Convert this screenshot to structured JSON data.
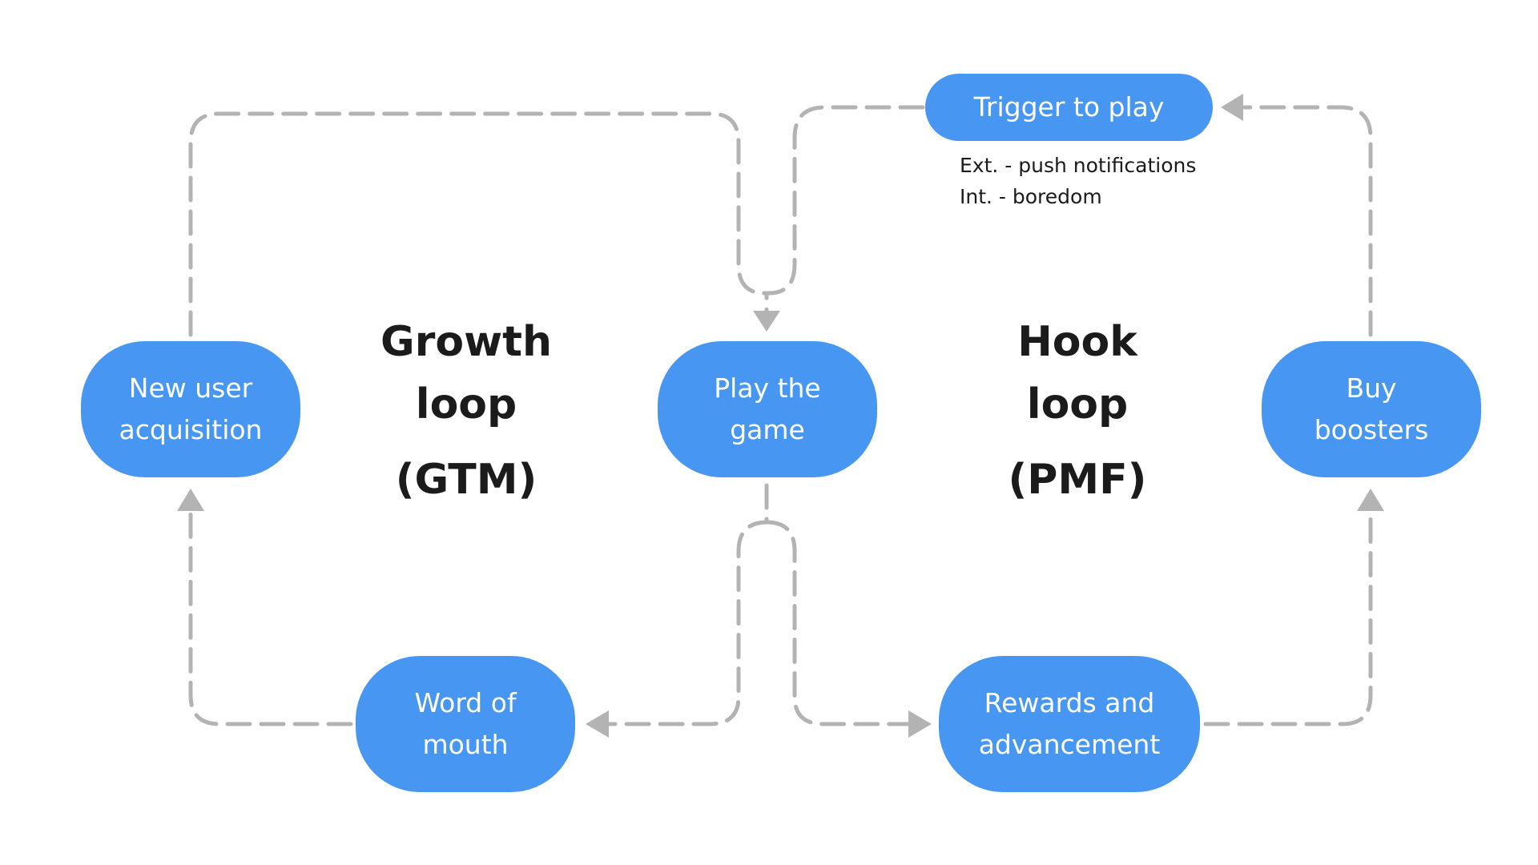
{
  "diagram": {
    "nodes": {
      "new_user_acquisition": "New user\nacquisition",
      "play_the_game": "Play the\ngame",
      "buy_boosters": "Buy\nboosters",
      "word_of_mouth": "Word of\nmouth",
      "rewards_and_advancement": "Rewards and\nadvancement",
      "trigger_to_play": "Trigger to play"
    },
    "trigger_notes": {
      "external": "Ext. - push notifications",
      "internal": "Int. - boredom"
    },
    "loops": {
      "growth": {
        "title": "Growth\nloop",
        "subtitle": "(GTM)"
      },
      "hook": {
        "title": "Hook\nloop",
        "subtitle": "(PMF)"
      }
    },
    "colors": {
      "node_fill": "#4797f2",
      "node_text": "#ffffff",
      "connector": "#b3b3b3",
      "title_text": "#1b1b1b"
    }
  }
}
